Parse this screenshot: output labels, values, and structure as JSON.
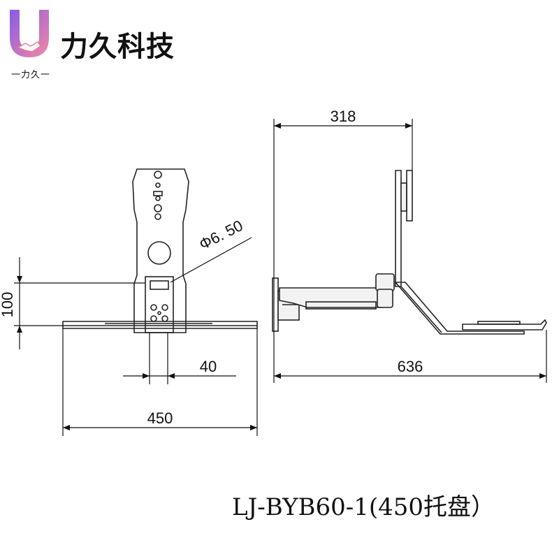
{
  "logo": {
    "brand_name": "力久科技",
    "sub_text": "一力久一"
  },
  "dimensions": {
    "front_height": "100",
    "hole_diameter": "Φ6. 50",
    "plate_width": "40",
    "tray_width": "450",
    "side_depth": "318",
    "side_length": "636"
  },
  "caption": "LJ-BYB60-1(450托盘）",
  "colors": {
    "line": "#222222",
    "logo_purple": "#7b4ae2",
    "logo_pink": "#f07a9a"
  }
}
